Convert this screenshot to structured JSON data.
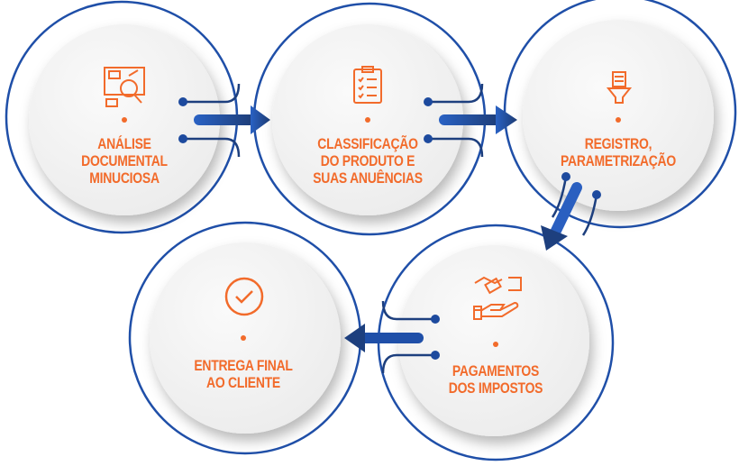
{
  "colors": {
    "accent": "#f26b2b",
    "ring": "#1f4fa8",
    "arrow": "#1d3f7e",
    "disc": "#f4f4f4"
  },
  "steps": [
    {
      "label_lines": [
        "ANÁLISE",
        "DOCUMENTAL",
        "MINUCIOSA"
      ],
      "icon": "document-analysis-icon"
    },
    {
      "label_lines": [
        "CLASSIFICAÇÃO",
        "DO PRODUTO E",
        "SUAS ANUÊNCIAS"
      ],
      "icon": "checklist-icon"
    },
    {
      "label_lines": [
        "REGISTRO,",
        "PARAMETRIZAÇÃO"
      ],
      "icon": "document-stack-funnel-icon"
    },
    {
      "label_lines": [
        "PAGAMENTOS",
        "DOS IMPOSTOS"
      ],
      "icon": "payment-hands-icon"
    },
    {
      "label_lines": [
        "ENTREGA FINAL",
        "AO CLIENTE"
      ],
      "icon": "check-circle-icon"
    }
  ]
}
